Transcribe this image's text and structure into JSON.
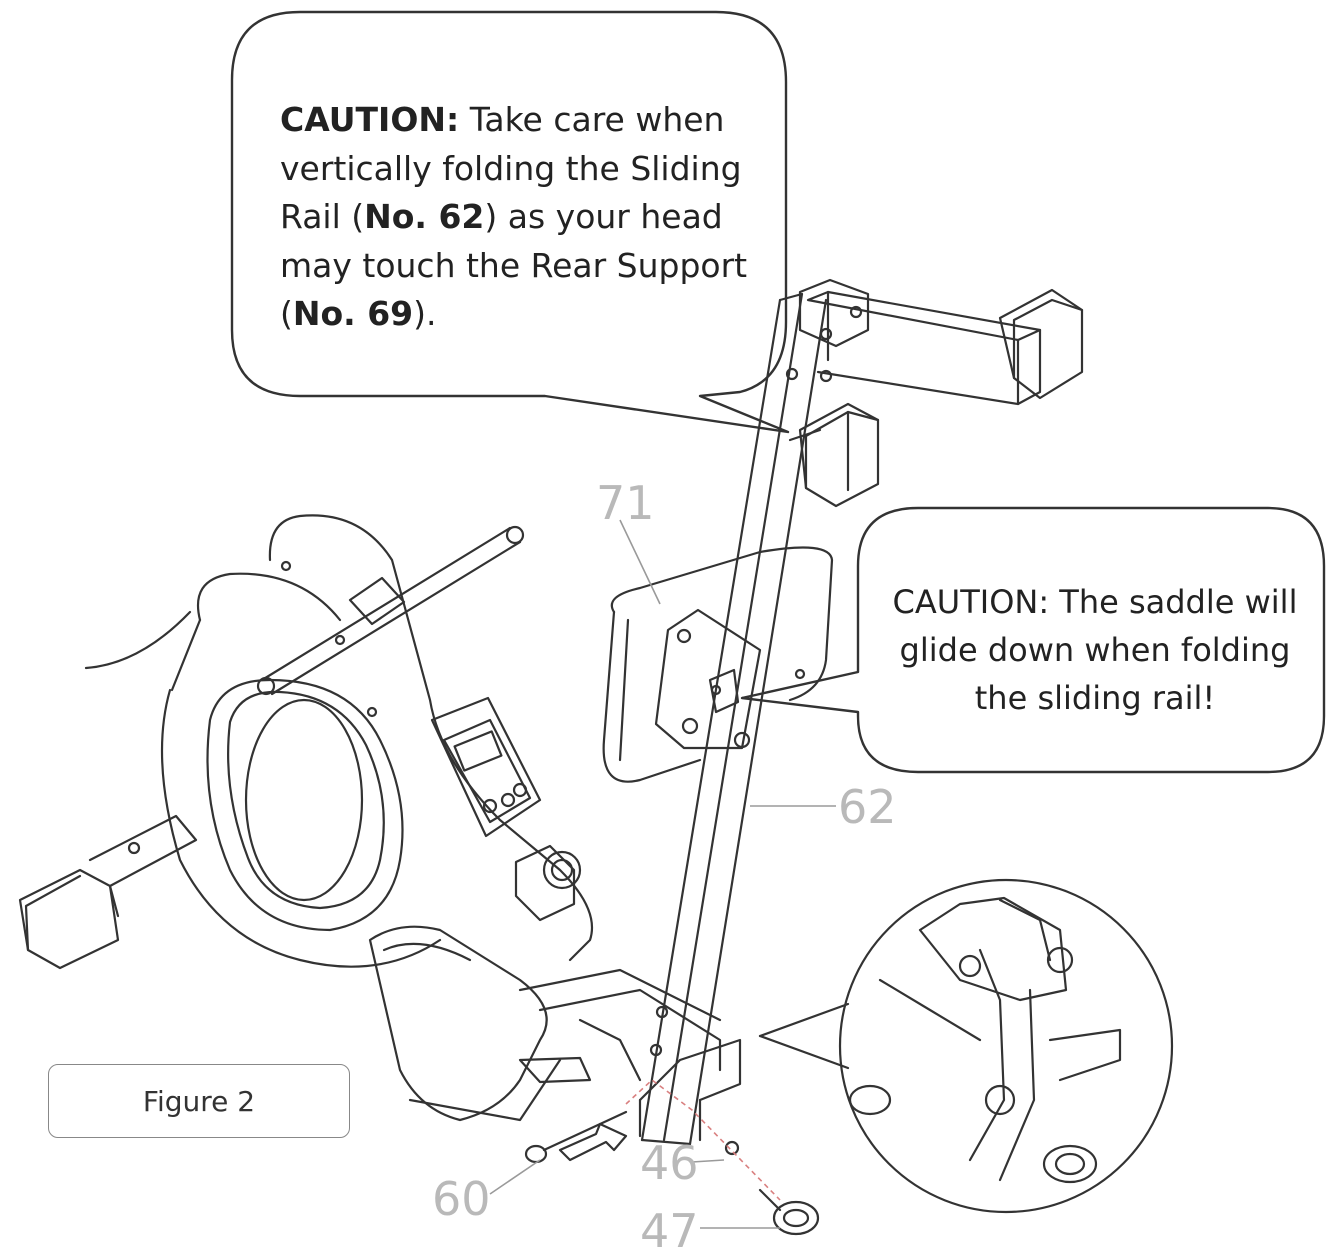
{
  "caution_rail": {
    "label": "CAUTION:",
    "text_a": " Take care when vertically folding the Sliding Rail (",
    "ref_a": "No. 62",
    "text_b": ") as your head may touch the Rear Support (",
    "ref_b": "No. 69",
    "text_c": ")."
  },
  "caution_saddle": {
    "text": "CAUTION: The saddle will glide down when folding the sliding rail!"
  },
  "part_labels": {
    "p71": "71",
    "p62": "62",
    "p46": "46",
    "p60": "60",
    "p47": "47"
  },
  "figure_label": "Figure 2",
  "colors": {
    "line": "#333333",
    "part_label": "#b9b9b9",
    "red_dash": "#d98080"
  }
}
